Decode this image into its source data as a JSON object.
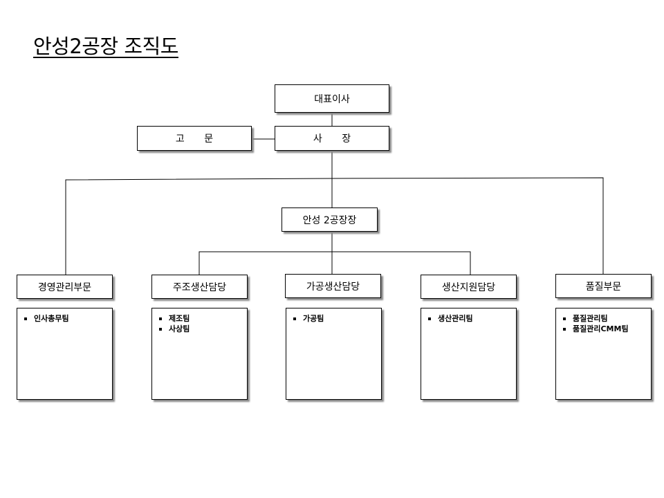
{
  "title": "안성2공장 조직도",
  "nodes": {
    "ceo": "대표이사",
    "president": "사 장",
    "advisor": "고 문",
    "plant_head": "안성 2공장장"
  },
  "divisions": [
    {
      "label": "경영관리부문",
      "teams": [
        "인사총무팀"
      ]
    },
    {
      "label": "주조생산담당",
      "teams": [
        "제조팀",
        "사상팀"
      ]
    },
    {
      "label": "가공생산담당",
      "teams": [
        "가공팀"
      ]
    },
    {
      "label": "생산지원담당",
      "teams": [
        "생산관리팀"
      ]
    },
    {
      "label": "품질부문",
      "teams": [
        "품질관리팀",
        "품질관리CMM팀"
      ]
    }
  ]
}
